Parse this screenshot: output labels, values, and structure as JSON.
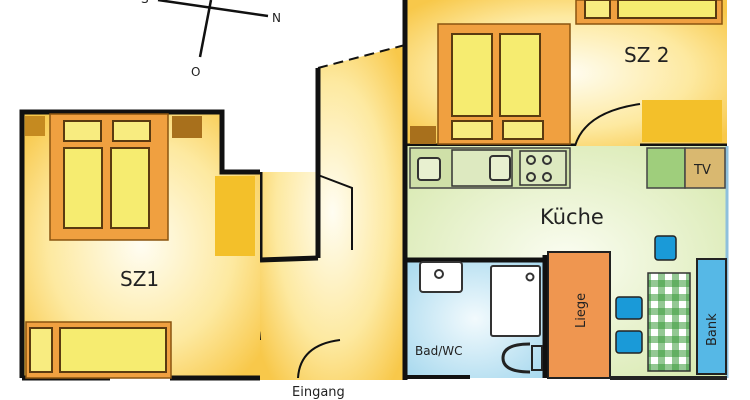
{
  "compass": {
    "south": "S",
    "north": "N",
    "east": "O"
  },
  "rooms": {
    "bedroom1": "SZ1",
    "bedroom2": "SZ 2",
    "kitchen": "Küche",
    "bathroom": "Bad/WC",
    "entrance": "Eingang"
  },
  "furniture": {
    "daybed": "Liege",
    "bench": "Bank",
    "tv": "TV"
  },
  "colors": {
    "wall": "#111111",
    "room_yellow": "#fbd35a",
    "bed_frame": "#f0a040",
    "bed_mattress": "#f6ec70",
    "kitchen_green": "#e4efc8",
    "bath_blue": "#bfe3f2",
    "daybed_orange": "#ef9650",
    "chair_blue": "#1a9ad8",
    "bench_blue": "#56b8e6",
    "tablecloth_green": "#3a9a3a"
  }
}
